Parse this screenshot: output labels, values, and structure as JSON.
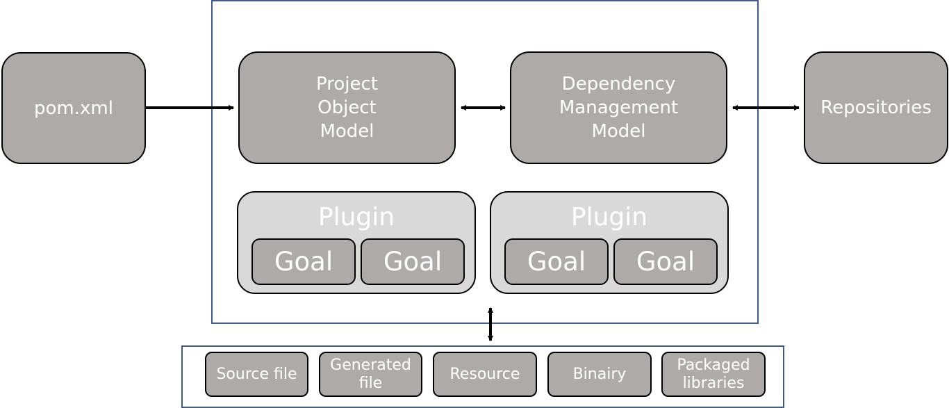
{
  "pom": {
    "label": "pom.xml"
  },
  "project_object_model": {
    "label": "Project\nObject\nModel"
  },
  "dependency_management_model": {
    "label": "Dependency\nManagement\nModel"
  },
  "repositories": {
    "label": "Repositories"
  },
  "plugins": [
    {
      "label": "Plugin",
      "goals": [
        "Goal",
        "Goal"
      ]
    },
    {
      "label": "Plugin",
      "goals": [
        "Goal",
        "Goal"
      ]
    }
  ],
  "files": [
    {
      "label": "Source file"
    },
    {
      "label": "Generated\nfile"
    },
    {
      "label": "Resource"
    },
    {
      "label": "Binairy"
    },
    {
      "label": "Packaged\nlibraries"
    }
  ],
  "colors": {
    "box_fill": "#aeaaaa",
    "plugin_fill": "#d9d9d9",
    "frame_border": "#3f5a8c",
    "text": "#ffffff"
  }
}
